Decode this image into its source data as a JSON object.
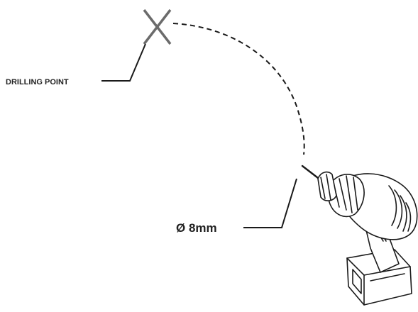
{
  "labels": {
    "drilling_point": "DRILLING POINT",
    "diameter": "Ø 8mm"
  },
  "marker": {
    "glyph": "X"
  },
  "colors": {
    "marker": "#6b6b6b",
    "line": "#1a1a1a",
    "text": "#222222",
    "drill_outline": "#1a1a1a",
    "drill_fill": "#ffffff"
  },
  "icons": {
    "drill": "cordless-drill-icon"
  }
}
